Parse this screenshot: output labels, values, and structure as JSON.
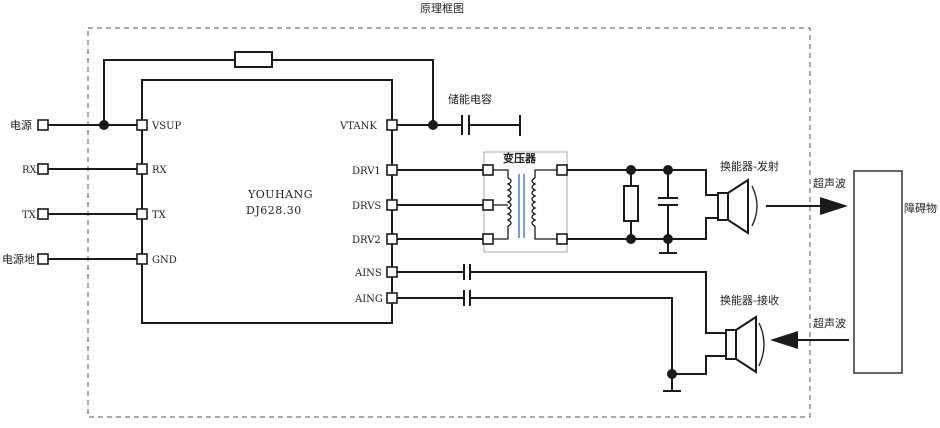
{
  "title": "原理框图",
  "chip": {
    "name": "YOUHANG",
    "model": "DJ628.30"
  },
  "pins_left": [
    "VSUP",
    "RX",
    "TX",
    "GND"
  ],
  "pins_right": [
    "VTANK",
    "DRV1",
    "DRVS",
    "DRV2",
    "AINS",
    "AING"
  ],
  "ext_labels": {
    "power": "电源",
    "rx": "RX",
    "tx": "TX",
    "ground": "电源地"
  },
  "capacitor_label": "储能电容",
  "transformer_label": "变压器",
  "tx_transducer_label": "换能器-发射",
  "rx_transducer_label": "换能器-接收",
  "wave_label_top": "超声波",
  "wave_label_bottom": "超声波",
  "obstacle_label": "障碍物"
}
